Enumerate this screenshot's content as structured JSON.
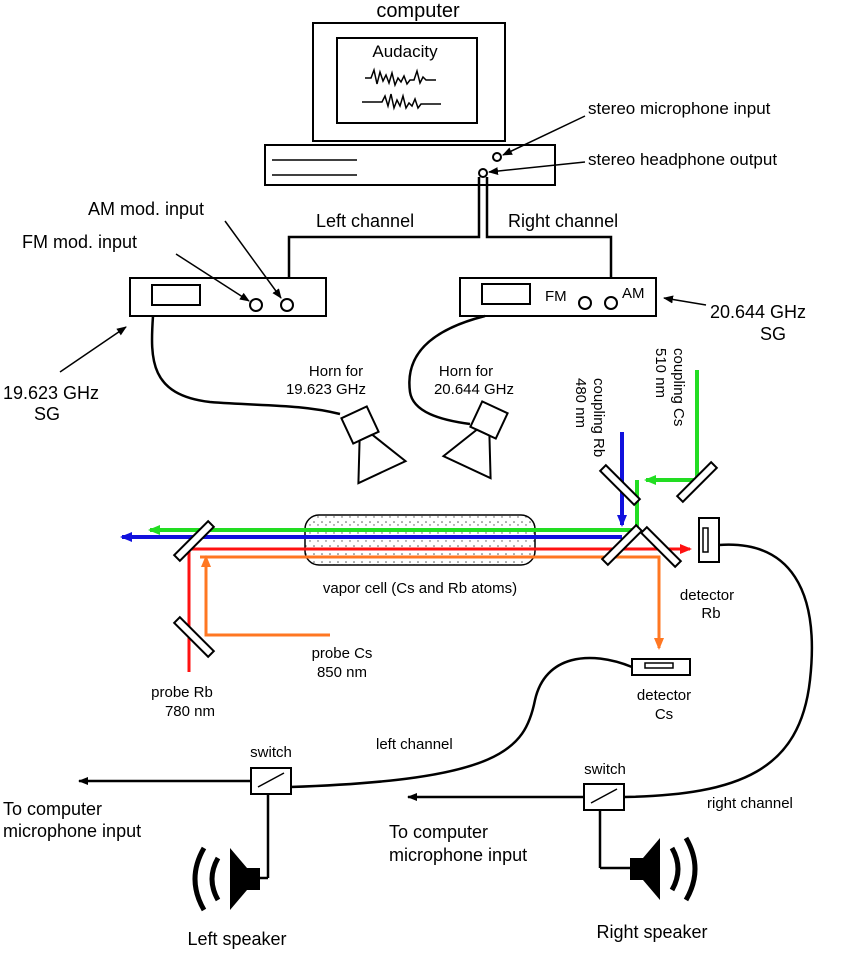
{
  "computer": {
    "title": "computer",
    "app_name": "Audacity",
    "mic_input": "stereo microphone input",
    "headphone_output": "stereo headphone output"
  },
  "channels": {
    "left": "Left channel",
    "right": "Right channel",
    "left_out": "left channel",
    "right_out": "right channel"
  },
  "generator_left": {
    "am_input": "AM mod. input",
    "fm_input": "FM mod. input",
    "freq": "19.623 GHz",
    "unit": "SG"
  },
  "generator_right": {
    "fm": "FM",
    "am": "AM",
    "freq": "20.644 GHz",
    "unit": "SG"
  },
  "horns": {
    "left_line1": "Horn for",
    "left_line2": "19.623 GHz",
    "right_line1": "Horn for",
    "right_line2": "20.644 GHz"
  },
  "lasers": {
    "coupling_rb_line1": "coupling Rb",
    "coupling_rb_line2": "480 nm",
    "coupling_cs_line1": "coupling Cs",
    "coupling_cs_line2": "510 nm",
    "probe_cs_line1": "probe Cs",
    "probe_cs_line2": "850 nm",
    "probe_rb_line1": "probe Rb",
    "probe_rb_line2": "780 nm"
  },
  "vapor_cell": "vapor cell (Cs and Rb atoms)",
  "detectors": {
    "rb_line1": "detector",
    "rb_line2": "Rb",
    "cs_line1": "detector",
    "cs_line2": "Cs"
  },
  "outputs": {
    "switch_left": "switch",
    "switch_right": "switch",
    "left_mic_line1": "To computer",
    "left_mic_line2": "microphone input",
    "right_mic_line1": "To computer",
    "right_mic_line2": "microphone input",
    "left_speaker": "Left speaker",
    "right_speaker": "Right speaker"
  },
  "colors": {
    "green_beam": "#22dd22",
    "blue_beam": "#1111dd",
    "red_beam": "#ff1111",
    "orange_beam": "#ff7722"
  }
}
